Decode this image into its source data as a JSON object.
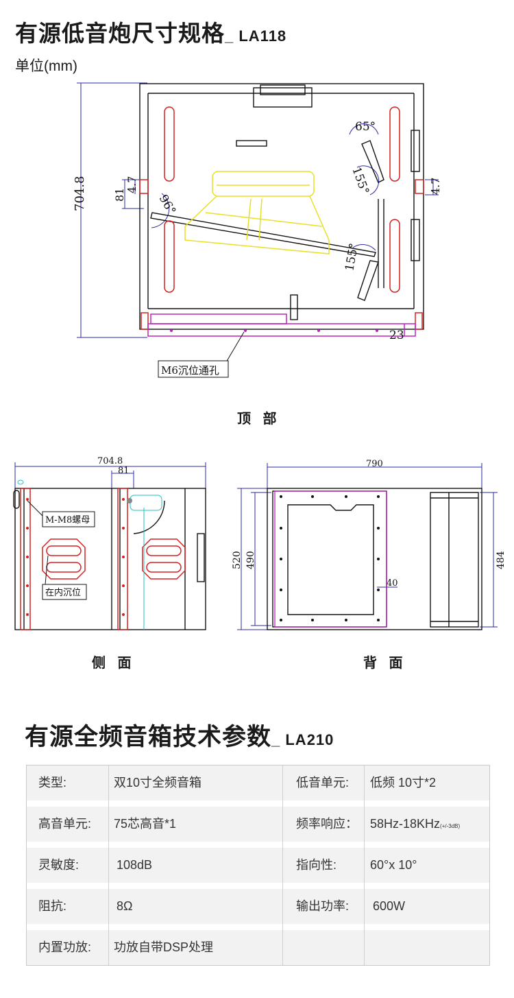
{
  "header": {
    "title": "有源低音炮尺寸规格",
    "model": "_ LA118",
    "unit": "单位(mm)"
  },
  "top_view": {
    "caption": "顶 部",
    "dims": {
      "depth": "704.8",
      "a": "81",
      "b": "4.7",
      "c": "4.7",
      "d": "23"
    },
    "angles": {
      "a1": "96°",
      "a2": "65°",
      "a3": "155°",
      "a4": "155°"
    },
    "callout": "M6沉位通孔"
  },
  "side_view": {
    "caption": "侧 面",
    "dims": {
      "depth": "704.8",
      "offset": "81"
    },
    "callout_nut": "M-M8螺母",
    "callout_recess": "在内沉位"
  },
  "back_view": {
    "caption": "背 面",
    "dims": {
      "width": "790",
      "height_outer": "520",
      "height_inner": "490",
      "height_right": "484",
      "inset": "40"
    }
  },
  "specs": {
    "title": "有源全频音箱技术参数",
    "model": "_ LA210",
    "rows": [
      {
        "k1": "类型:",
        "v1": "双10寸全频音箱",
        "k2": "低音单元:",
        "v2": "低频 10寸*2"
      },
      {
        "k1": "高音单元:",
        "v1": "75芯高音*1",
        "k2": "频率响应：",
        "v2": "58Hz-18KHz",
        "v2_note": "(+/-3dB)"
      },
      {
        "k1": "灵敏度:",
        "v1": "108dB",
        "k2": "指向性:",
        "v2": "60°x 10°"
      },
      {
        "k1": "阻抗:",
        "v1": "8Ω",
        "k2": "输出功率:",
        "v2": "600W"
      },
      {
        "k1": "内置功放:",
        "v1": "功放自带DSP处理",
        "k2": "",
        "v2": ""
      }
    ]
  }
}
